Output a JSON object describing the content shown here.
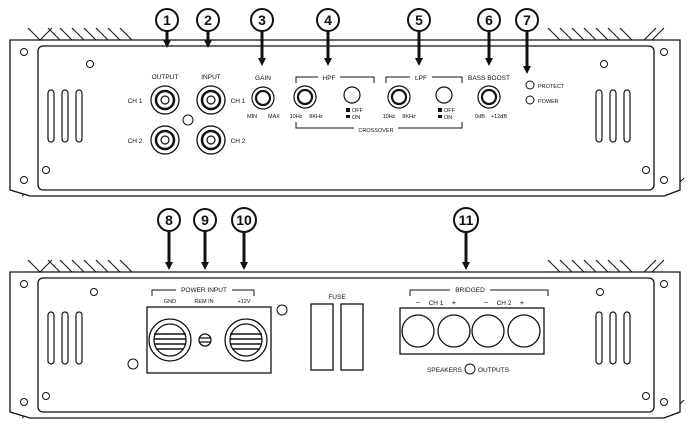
{
  "callouts": [
    "1",
    "2",
    "3",
    "4",
    "5",
    "6",
    "7",
    "8",
    "9",
    "10",
    "11"
  ],
  "top_panel": {
    "output": "OUTPUT",
    "input": "INPUT",
    "ch1": "CH 1",
    "ch2": "CH 2",
    "gain": "GAIN",
    "gain_min": "MIN",
    "gain_max": "MAX",
    "hpf": "HPF",
    "lpf": "LPF",
    "freq_low": "10Hz",
    "freq_high": "8KHz",
    "off": "OFF",
    "on": "ON",
    "crossover": "CROSSOVER",
    "bass_boost": "BASS BOOST",
    "bass_low": "0dB",
    "bass_high": "+12dB",
    "protect": "PROTECT",
    "power": "POWER"
  },
  "bottom_panel": {
    "power_input": "POWER INPUT",
    "gnd": "GND",
    "rem_in": "REM IN",
    "plus12v": "+12V",
    "fuse": "FUSE",
    "bridged": "BRIDGED",
    "minus": "−",
    "plus": "+",
    "ch1": "CH 1",
    "ch2": "CH 2",
    "speakers": "SPEAKERS",
    "outputs": "OUTPUTS"
  }
}
